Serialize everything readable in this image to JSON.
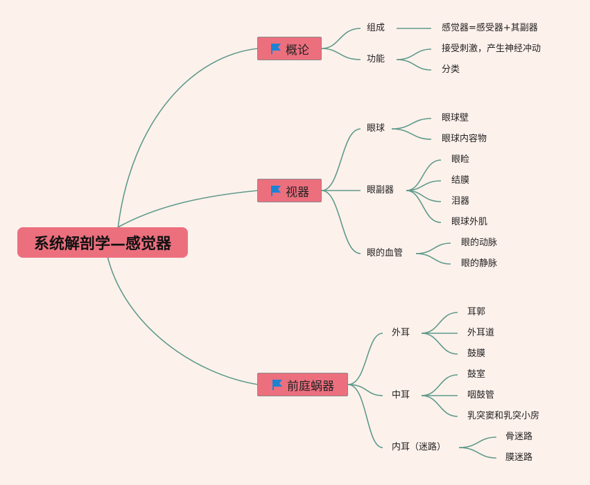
{
  "root": {
    "label": "系统解剖学—感觉器"
  },
  "colors": {
    "background": "#fdf1ec",
    "topic_fill": "#ec6f7e",
    "link": "#5e9a8a",
    "flag": "#1c83d4"
  },
  "icons": {
    "branch_marker": "flag-icon"
  },
  "branches": [
    {
      "label": "概论",
      "children": [
        {
          "label": "组成",
          "children": [
            {
              "label": "感觉器=感受器+其副器"
            }
          ]
        },
        {
          "label": "功能",
          "children": [
            {
              "label": "接受刺激，产生神经冲动"
            },
            {
              "label": "分类"
            }
          ]
        }
      ]
    },
    {
      "label": "视器",
      "children": [
        {
          "label": "眼球",
          "children": [
            {
              "label": "眼球壁"
            },
            {
              "label": "眼球内容物"
            }
          ]
        },
        {
          "label": "眼副器",
          "children": [
            {
              "label": "眼睑"
            },
            {
              "label": "结膜"
            },
            {
              "label": "泪器"
            },
            {
              "label": "眼球外肌"
            }
          ]
        },
        {
          "label": "眼的血管",
          "children": [
            {
              "label": "眼的动脉"
            },
            {
              "label": "眼的静脉"
            }
          ]
        }
      ]
    },
    {
      "label": "前庭蜗器",
      "children": [
        {
          "label": "外耳",
          "children": [
            {
              "label": "耳郭"
            },
            {
              "label": "外耳道"
            },
            {
              "label": "鼓膜"
            }
          ]
        },
        {
          "label": "中耳",
          "children": [
            {
              "label": "鼓室"
            },
            {
              "label": "咽鼓管"
            },
            {
              "label": "乳突窦和乳突小房"
            }
          ]
        },
        {
          "label": "内耳（迷路）",
          "children": [
            {
              "label": "骨迷路"
            },
            {
              "label": "膜迷路"
            }
          ]
        }
      ]
    }
  ]
}
